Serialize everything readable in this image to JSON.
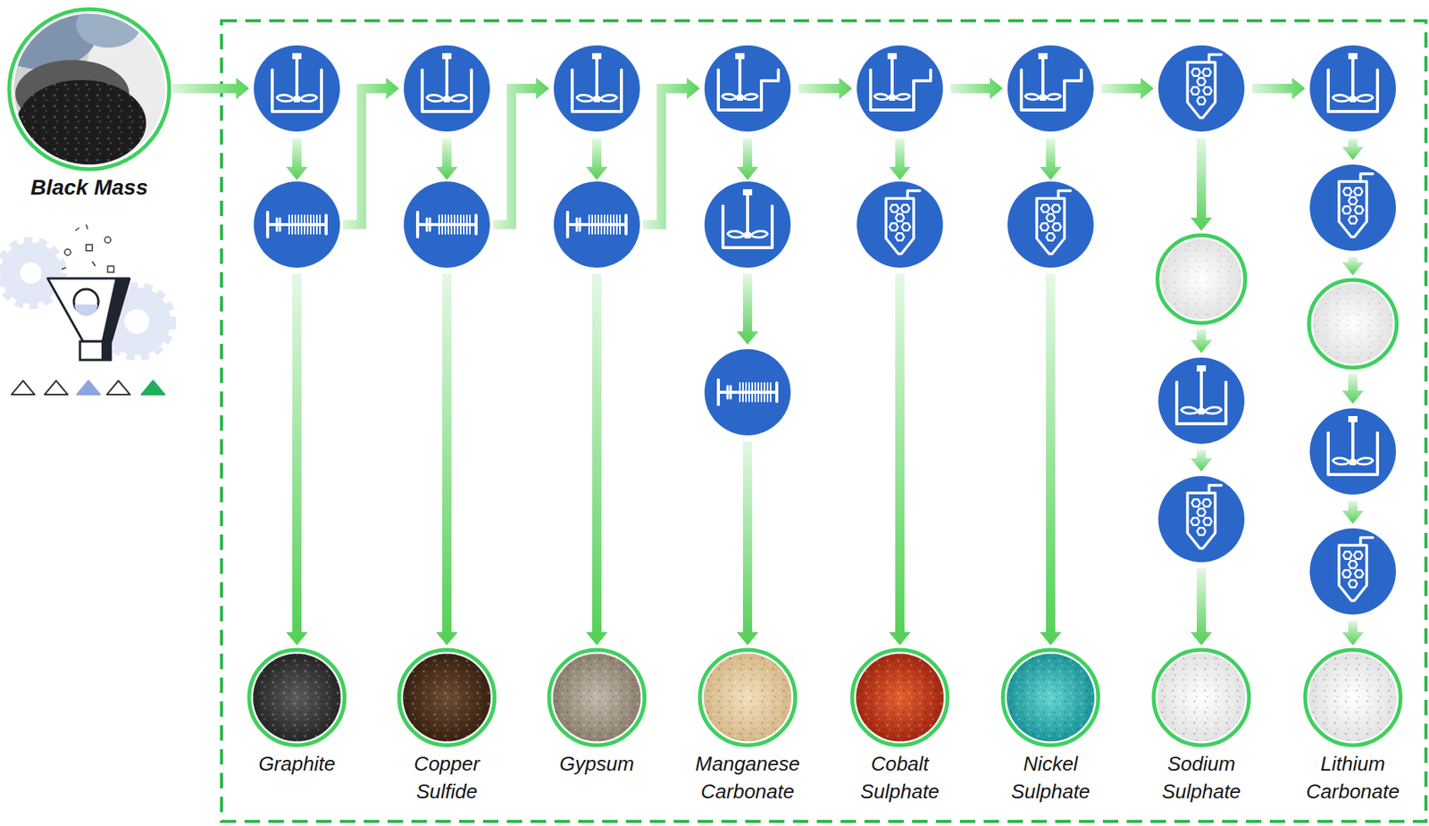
{
  "diagram": {
    "nodes": [
      {
        "text": [
          "Black Mass"
        ]
      },
      {
        "text": [
          "Graphite"
        ]
      },
      {
        "text": [
          "Copper Sulfide"
        ]
      },
      {
        "text": [
          "Gypsum"
        ]
      },
      {
        "text": [
          "Manganese Carbonate"
        ]
      },
      {
        "text": [
          "Cobalt Sulphate"
        ]
      },
      {
        "text": [
          "Nickel Sulphate"
        ]
      },
      {
        "text": [
          "Sodium Sulphate"
        ]
      },
      {
        "text": [
          "Lithium Carbonate"
        ]
      }
    ]
  }
}
